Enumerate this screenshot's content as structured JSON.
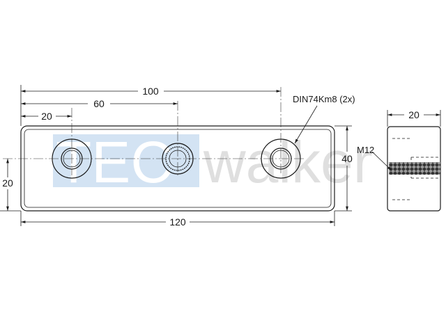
{
  "watermark": {
    "brand_part1": "TEC",
    "brand_part2": "walker",
    "box_color": "#cfe0f2",
    "text_color_light": "#ffffff",
    "text_color_dark": "#dcdcdc"
  },
  "dimensions": {
    "hole_spacing_outer": "100",
    "hole_center_mid": "60",
    "hole_first": "20",
    "total_length": "120",
    "height": "40",
    "hole_height": "20",
    "side_width": "20"
  },
  "callouts": {
    "counterbore": "DIN74Km8 (2x)",
    "thread": "M12"
  },
  "colors": {
    "line": "#1a1a1a"
  }
}
